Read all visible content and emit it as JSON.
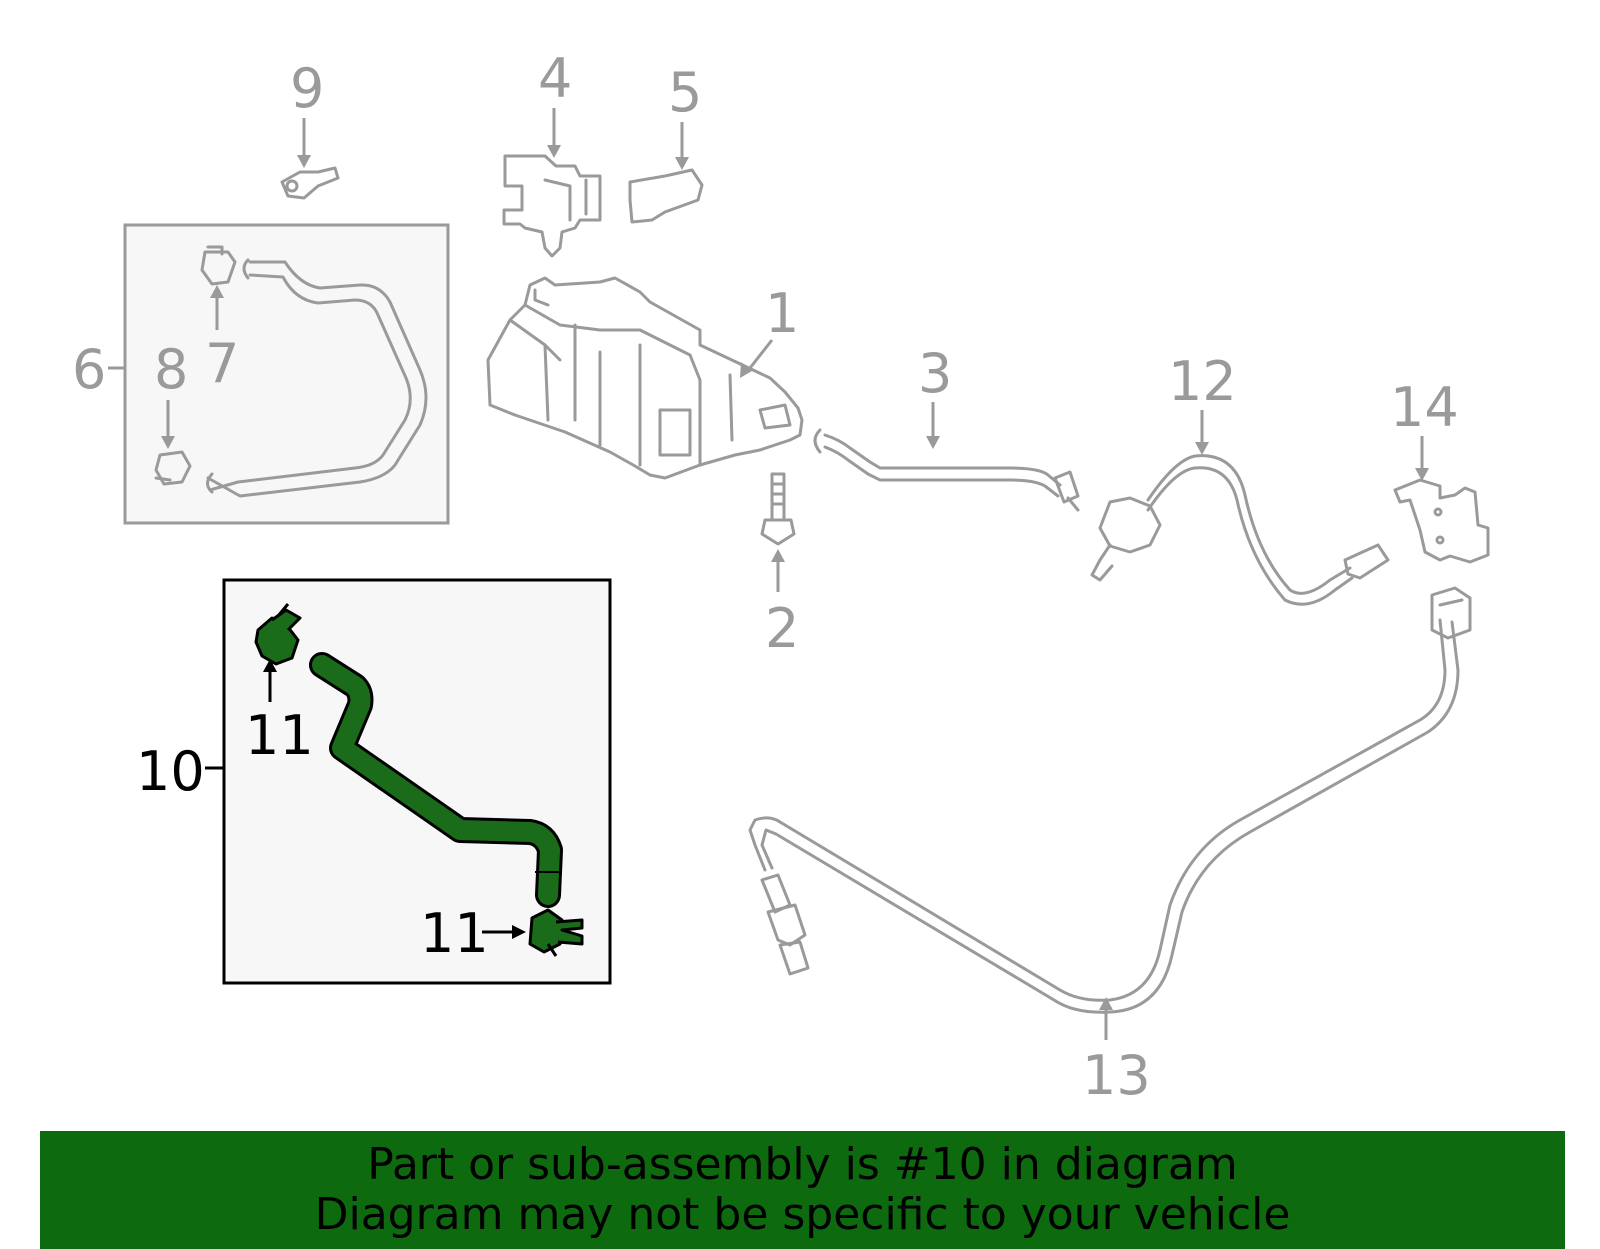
{
  "callouts": {
    "c1": "1",
    "c2": "2",
    "c3": "3",
    "c4": "4",
    "c5": "5",
    "c6": "6",
    "c7": "7",
    "c8": "8",
    "c9": "9",
    "c10": "10",
    "c11_top": "11",
    "c11_bottom": "11",
    "c12": "12",
    "c13": "13",
    "c14": "14"
  },
  "highlighted_part": "10",
  "colors": {
    "highlight_fill": "#1a6b1a",
    "banner_bg": "#0e6a0e",
    "part_stroke": "#9a9a9a",
    "label_gray": "#9a9a9a"
  },
  "banner": {
    "line1": "Part or sub-assembly is #10 in diagram",
    "line2": "Diagram may not be specific to your vehicle"
  }
}
